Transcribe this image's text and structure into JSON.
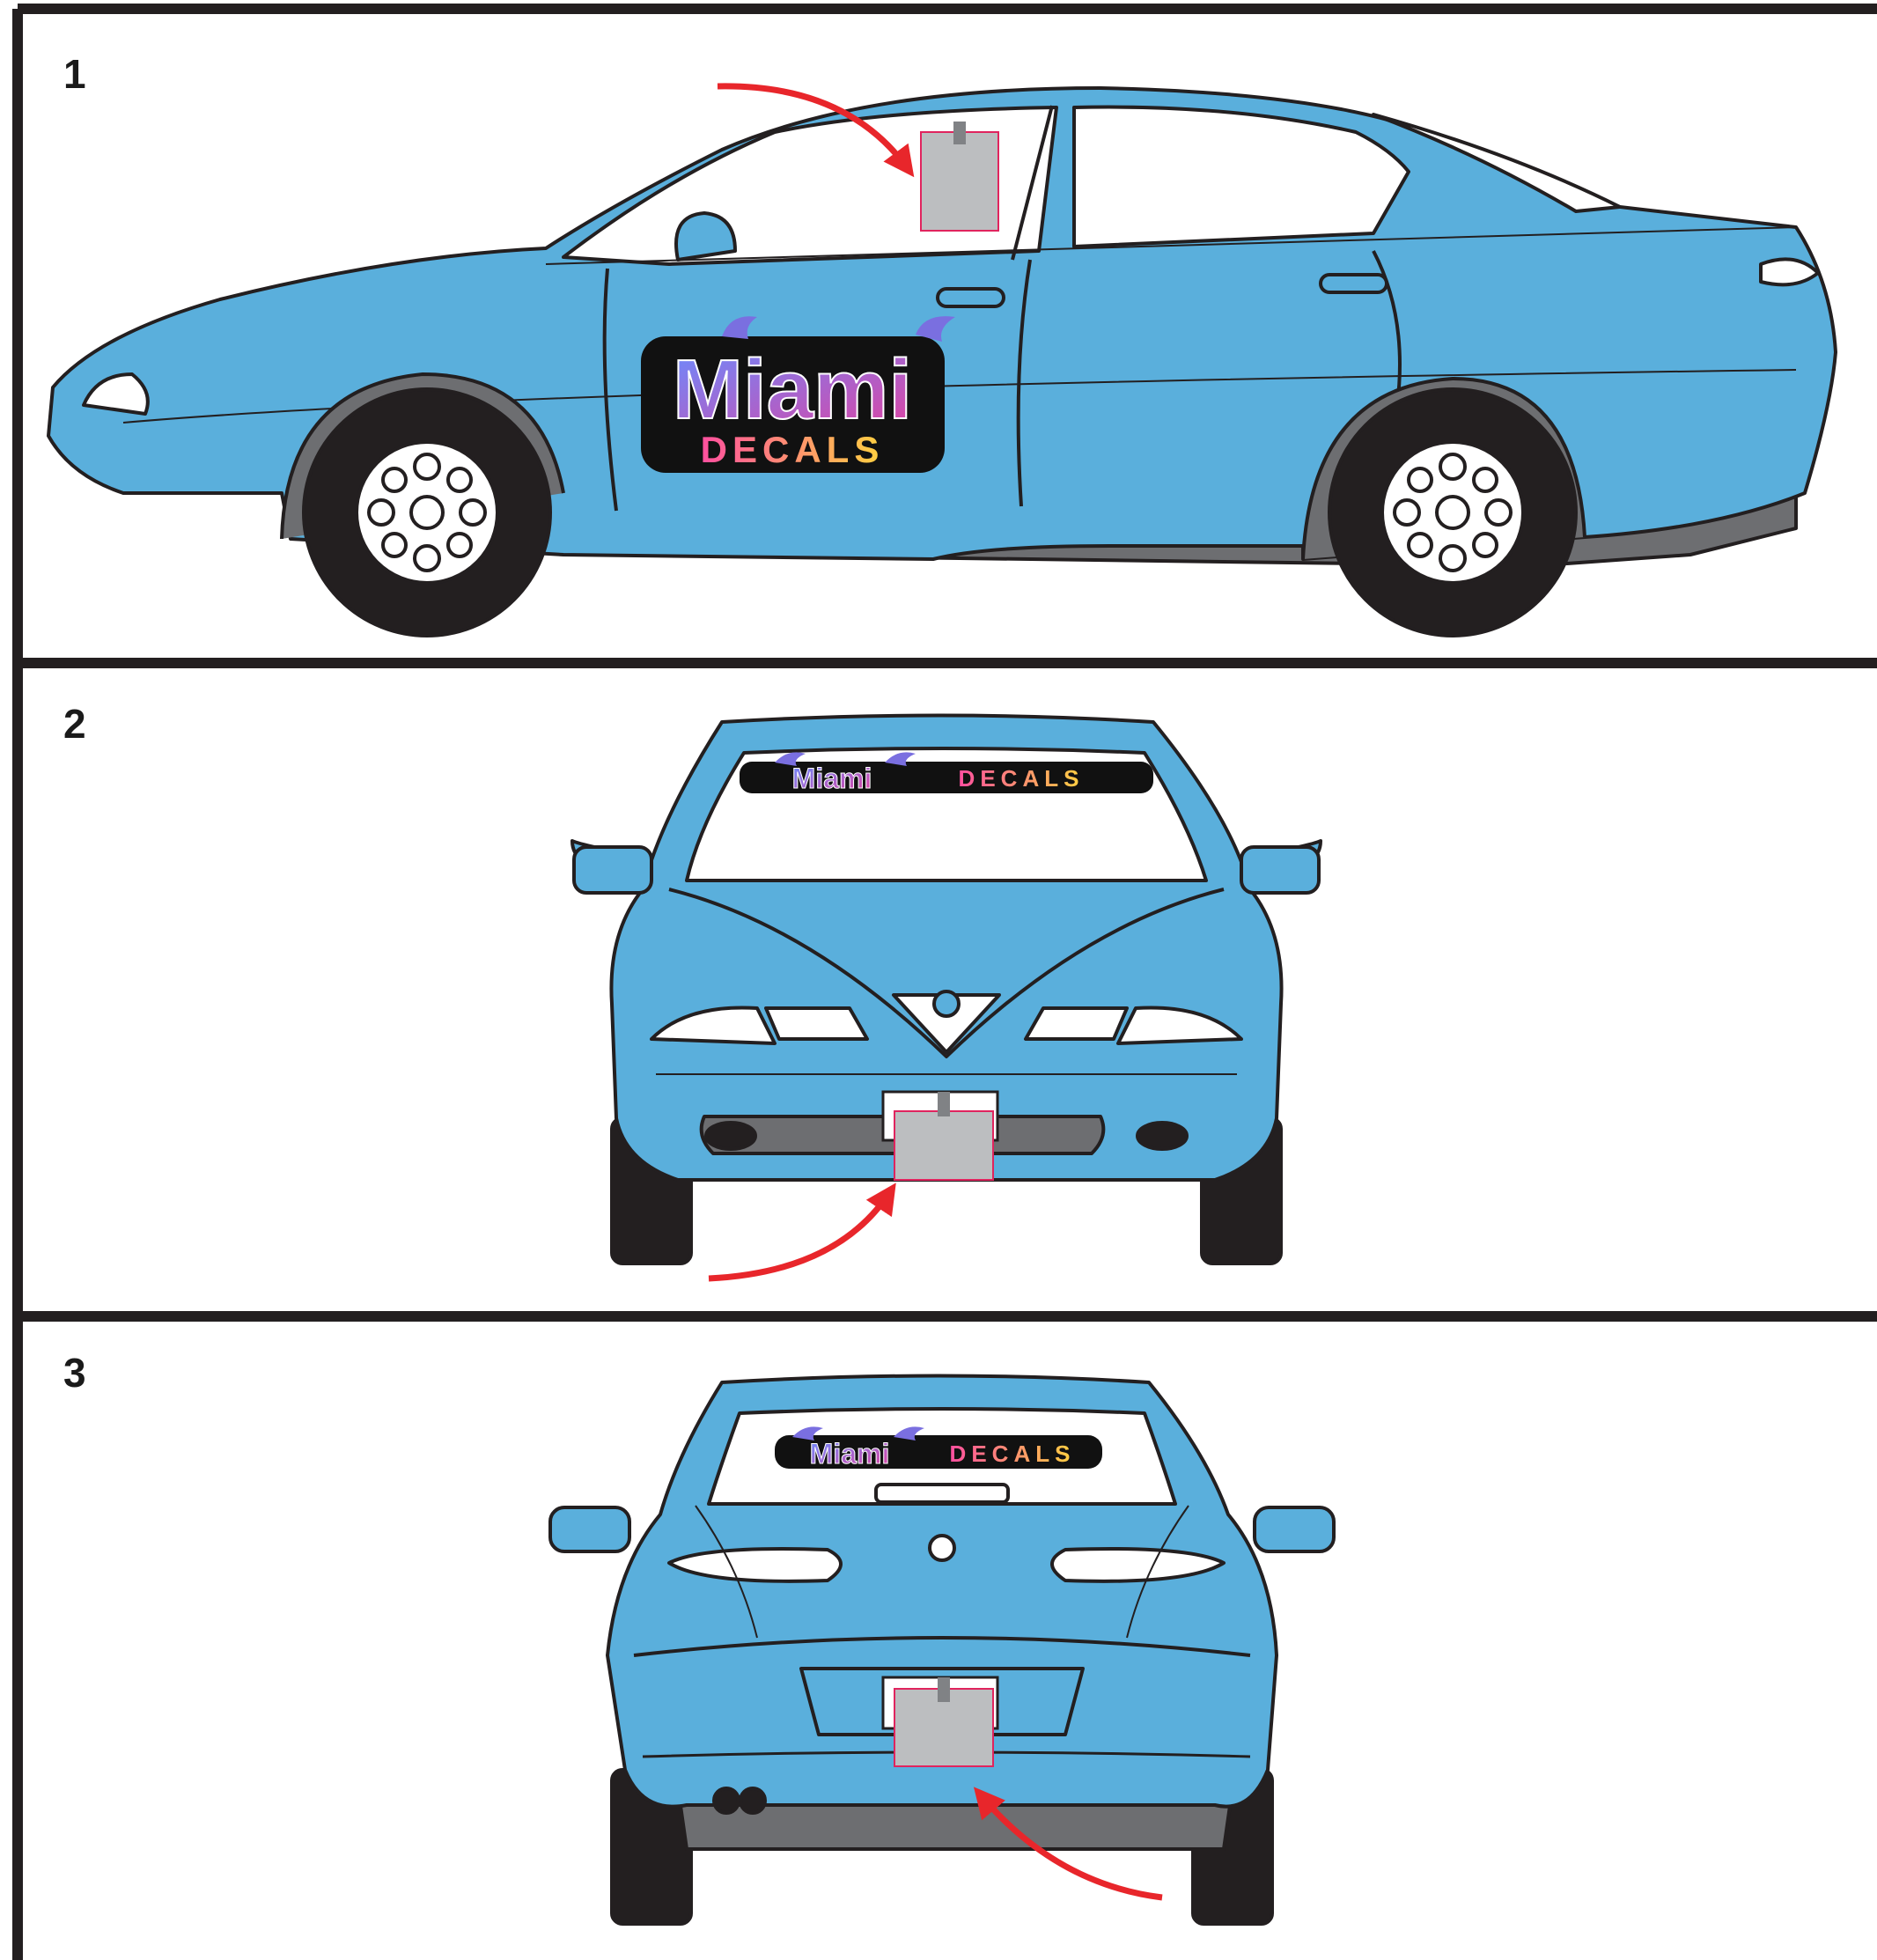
{
  "colors": {
    "car_body": "#5aafdc",
    "outline": "#231f20",
    "tire": "#231f20",
    "underbody": "#6d6e71",
    "glass": "#ffffff",
    "placard": "#bcbec0",
    "placard_border": "#e0245e",
    "arrow": "#e8262b",
    "logo_bg": "#111111",
    "miami_gradient": [
      "#6a8cff",
      "#e040a0"
    ],
    "decals_gradient": [
      "#ff4fa0",
      "#ffd23f"
    ],
    "palm": "#7a6fe0"
  },
  "panels": [
    {
      "number": "1",
      "view": "side",
      "logo": {
        "line1": "Miami",
        "line2": "DECALS",
        "placement": "front-door"
      },
      "placard_location": "front door window",
      "arrow": "pointing to window placard"
    },
    {
      "number": "2",
      "view": "front",
      "logo": {
        "line1": "Miami",
        "line2": "DECALS",
        "placement": "windshield banner"
      },
      "placard_location": "front bumper",
      "arrow": "pointing to bumper placard"
    },
    {
      "number": "3",
      "view": "rear",
      "logo": {
        "line1": "Miami",
        "line2": "DECALS",
        "placement": "rear window"
      },
      "placard_location": "rear license area",
      "arrow": "pointing to rear placard"
    }
  ]
}
